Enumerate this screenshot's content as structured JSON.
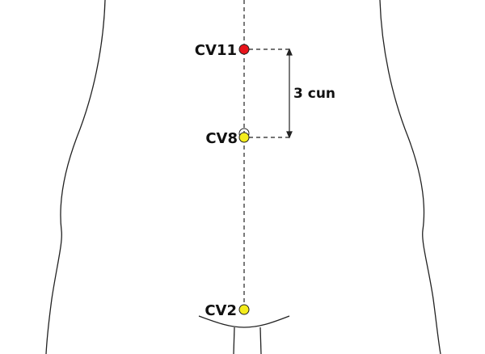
{
  "points": [
    {
      "id": "cv11",
      "label": "CV11",
      "color": "#e8141b"
    },
    {
      "id": "cv8",
      "label": "CV8",
      "color": "#f4ec1c"
    },
    {
      "id": "cv2",
      "label": "CV2",
      "color": "#f4ec1c"
    }
  ],
  "measurement": {
    "label": "3 cun"
  },
  "colors": {
    "outline": "#222222"
  }
}
